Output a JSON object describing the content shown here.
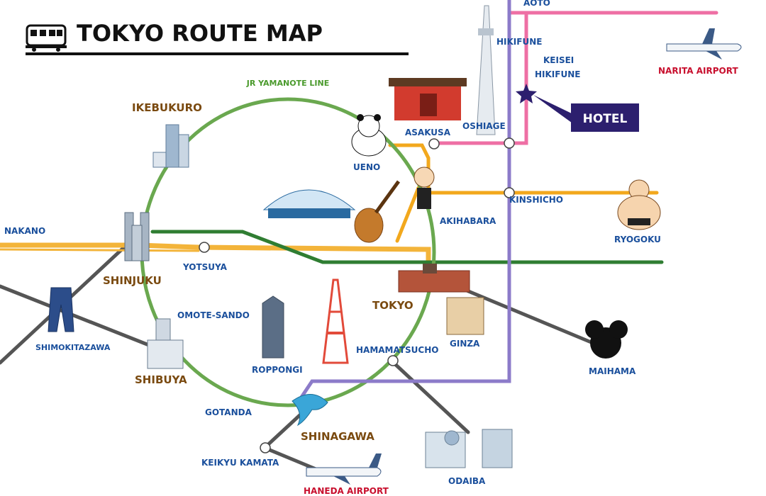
{
  "title": "TOKYO ROUTE MAP",
  "line_name": "JR YAMANOTE LINE",
  "hotel_label": "HOTEL",
  "icons": [
    "train-icon",
    "airplane-icon",
    "star-icon",
    "panda-icon",
    "sumo-icon",
    "mouse-ears-icon",
    "dolphin-icon",
    "guitar-icon",
    "maid-icon",
    "skytree-icon",
    "tokyo-tower-icon",
    "building-icon",
    "stadium-icon",
    "temple-gate-icon",
    "jeans-icon"
  ],
  "colors": {
    "yamanote": "#6aa84f",
    "chuo": "#f3b43a",
    "sobu": "#f2a81d",
    "pink": "#ee6fa4",
    "purple": "#8c7bc9",
    "gray": "#555555",
    "darkgreen": "#2f7d32",
    "station_blue": "#1a4f9c",
    "hub_brown": "#7a4a10",
    "airport_red": "#c8102e",
    "hotel_bg": "#2c1f6e"
  },
  "stations": {
    "aoto": "AOTO",
    "hikifune": "HIKIFUNE",
    "keisei_hikifune_1": "KEISEI",
    "keisei_hikifune_2": "HIKIFUNE",
    "narita": "NARITA AIRPORT",
    "ikebukuro": "IKEBUKURO",
    "asakusa": "ASAKUSA",
    "oshiage": "OSHIAGE",
    "ueno": "UENO",
    "kinshicho": "KINSHICHO",
    "nakano": "NAKANO",
    "akihabara": "AKIHABARA",
    "ryogoku": "RYOGOKU",
    "yotsuya": "YOTSUYA",
    "shinjuku": "SHINJUKU",
    "tokyo": "TOKYO",
    "omote_sando": "OMOTE-SANDO",
    "ginza": "GINZA",
    "shimokitazawa": "SHIMOKITAZAWA",
    "hamamatsucho": "HAMAMATSUCHO",
    "roppongi": "ROPPONGI",
    "maihama": "MAIHAMA",
    "shibuya": "SHIBUYA",
    "gotanda": "GOTANDA",
    "shinagawa": "SHINAGAWA",
    "keikyu_kamata": "KEIKYU KAMATA",
    "odaiba": "ODAIBA",
    "haneda": "HANEDA AIRPORT"
  }
}
